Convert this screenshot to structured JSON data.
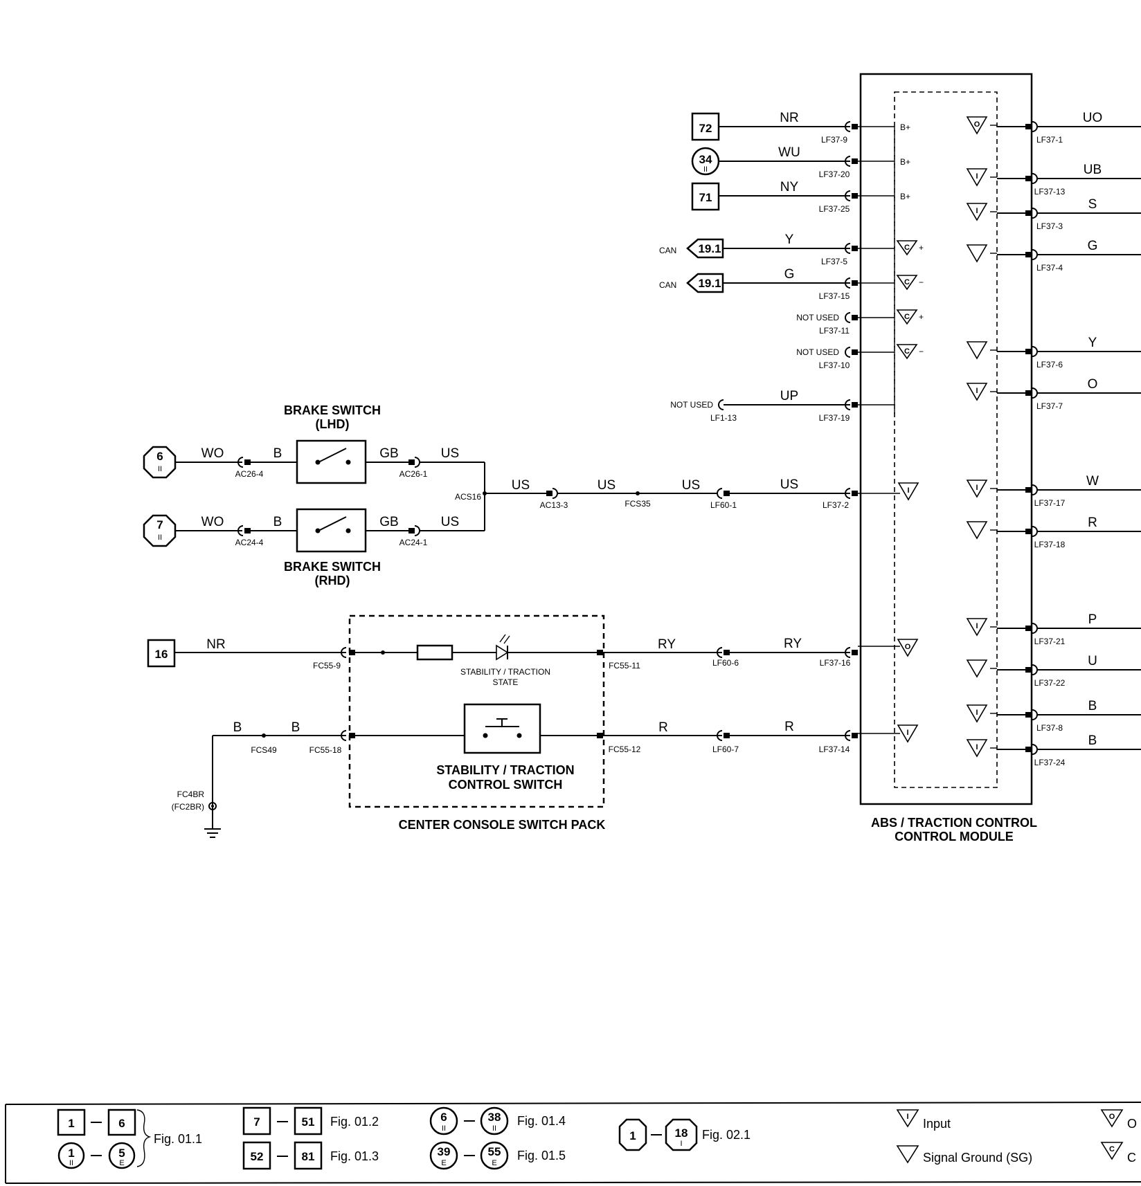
{
  "module": {
    "title_line1": "ABS / TRACTION CONTROL",
    "title_line2": "CONTROL MODULE"
  },
  "left_pins": [
    {
      "ref": "72",
      "ref_shape": "square",
      "wire": "NR",
      "pin": "LF37-9",
      "internal": "B+"
    },
    {
      "ref": "34",
      "ref_sub": "II",
      "ref_shape": "circle",
      "wire": "WU",
      "pin": "LF37-20",
      "internal": "B+"
    },
    {
      "ref": "71",
      "ref_shape": "square",
      "wire": "NY",
      "pin": "LF37-25",
      "internal": "B+"
    },
    {
      "ref": "19.1",
      "ref_shape": "can",
      "prefix": "CAN",
      "wire": "Y",
      "pin": "LF37-5",
      "internal": "C+"
    },
    {
      "ref": "19.1",
      "ref_shape": "can",
      "prefix": "CAN",
      "wire": "G",
      "pin": "LF37-15",
      "internal": "C-"
    },
    {
      "prefix": "NOT USED",
      "wire": "",
      "pin": "LF37-11",
      "internal": "C+"
    },
    {
      "prefix": "NOT USED",
      "wire": "",
      "pin": "LF37-10",
      "internal": "C-"
    },
    {
      "prefix": "NOT USED",
      "prefix_pin": "LF1-13",
      "wire": "UP",
      "pin": "LF37-19",
      "internal": ""
    },
    {
      "wire": "US",
      "pin": "LF37-2",
      "internal": "I"
    },
    {
      "wire": "RY",
      "pin": "LF37-16",
      "internal": "O"
    },
    {
      "wire": "R",
      "pin": "LF37-14",
      "internal": "I"
    }
  ],
  "right_pins": [
    {
      "wire": "UO",
      "pin": "LF37-1",
      "symbol": "O"
    },
    {
      "wire": "UB",
      "pin": "LF37-13",
      "symbol": "I"
    },
    {
      "wire": "S",
      "pin": "LF37-3",
      "symbol": "I"
    },
    {
      "wire": "G",
      "pin": "LF37-4",
      "symbol": "SG"
    },
    {
      "wire": "Y",
      "pin": "LF37-6",
      "symbol": "SG"
    },
    {
      "wire": "O",
      "pin": "LF37-7",
      "symbol": "I"
    },
    {
      "wire": "W",
      "pin": "LF37-17",
      "symbol": "I"
    },
    {
      "wire": "R",
      "pin": "LF37-18",
      "symbol": "SG"
    },
    {
      "wire": "P",
      "pin": "LF37-21",
      "symbol": "I"
    },
    {
      "wire": "U",
      "pin": "LF37-22",
      "symbol": "SG"
    },
    {
      "wire": "B",
      "pin": "LF37-8",
      "symbol": "I"
    },
    {
      "wire": "B",
      "pin": "LF37-24",
      "symbol": "I"
    }
  ],
  "brake": {
    "lhd_title1": "BRAKE SWITCH",
    "lhd_title2": "(LHD)",
    "rhd_title1": "BRAKE SWITCH",
    "rhd_title2": "(RHD)",
    "lhd_ref": "6",
    "lhd_ref_sub": "II",
    "rhd_ref": "7",
    "rhd_ref_sub": "II",
    "wire_wo": "WO",
    "wire_b": "B",
    "wire_gb": "GB",
    "wire_us": "US",
    "pin_ac26_4": "AC26-4",
    "pin_ac26_1": "AC26-1",
    "pin_ac24_4": "AC24-4",
    "pin_ac24_1": "AC24-1",
    "splice": "ACS16",
    "pin_ac13_3": "AC13-3",
    "splice2": "FCS35",
    "pin_lf60_1": "LF60-1"
  },
  "console": {
    "title": "CENTER CONSOLE SWITCH PACK",
    "switch_title1": "STABILITY / TRACTION",
    "switch_title2": "CONTROL SWITCH",
    "led_label1": "STABILITY / TRACTION",
    "led_label2": "STATE",
    "ref16": "16",
    "wire_nr": "NR",
    "wire_ry": "RY",
    "wire_r": "R",
    "wire_b": "B",
    "pin_fc55_9": "FC55-9",
    "pin_fc55_11": "FC55-11",
    "pin_lf60_6": "LF60-6",
    "pin_fc55_18": "FC55-18",
    "pin_fc55_12": "FC55-12",
    "pin_lf60_7": "LF60-7",
    "splice": "FCS49",
    "ground1": "FC4BR",
    "ground2": "(FC2BR)"
  },
  "legend": {
    "sq1": "1",
    "sq6": "6",
    "c1": "1",
    "c1sub": "II",
    "c5": "5",
    "c5sub": "E",
    "fig011": "Fig. 01.1",
    "sq7": "7",
    "sq51": "51",
    "fig012": "Fig. 01.2",
    "sq52": "52",
    "sq81": "81",
    "fig013": "Fig. 01.3",
    "c6": "6",
    "c6sub": "II",
    "c38": "38",
    "c38sub": "II",
    "fig014": "Fig. 01.4",
    "c39": "39",
    "c39sub": "E",
    "c55": "55",
    "c55sub": "E",
    "fig015": "Fig. 01.5",
    "o1": "1",
    "o18": "18",
    "o18sub": "I",
    "fig021": "Fig. 02.1",
    "input": "Input",
    "sg": "Signal Ground (SG)",
    "out_cut": "O",
    "can_cut": "C"
  }
}
